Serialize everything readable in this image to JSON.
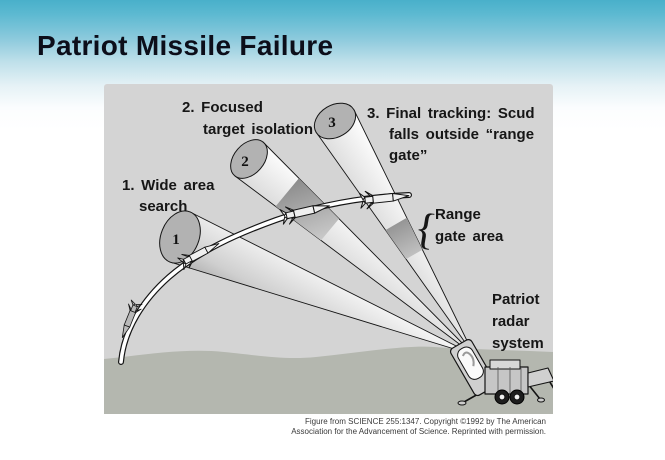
{
  "slide": {
    "title": "Patriot Missile Failure"
  },
  "figure": {
    "steps": [
      {
        "number": "1",
        "label_lines": [
          "1. Wide area",
          "search"
        ]
      },
      {
        "number": "2",
        "label_lines": [
          "2. Focused",
          "target isolation"
        ]
      },
      {
        "number": "3",
        "label_lines": [
          "3. Final tracking: Scud",
          "falls outside “range",
          "gate”"
        ]
      }
    ],
    "range_gate": {
      "label_lines": [
        "Range",
        "gate area"
      ]
    },
    "radar": {
      "label_lines": [
        "Patriot",
        "radar",
        "system"
      ]
    },
    "brace_glyph": "{"
  },
  "caption": {
    "lines": [
      "Figure from SCIENCE 255:1347. Copyright ©1992 by The American",
      "Association for the Advancement of Science. Reprinted with permission."
    ]
  },
  "colors": {
    "header_teal": "#49b0ca",
    "header_fade": "#ffffff",
    "title_text": "#0c0e1a",
    "diagram_background": "#d4d4d4",
    "ground": "#b4b7af",
    "beam_light": "#f2f2f2",
    "beam_shade": "#989898",
    "ellipse_fill": "#b2b2b2",
    "outline": "#141414"
  }
}
